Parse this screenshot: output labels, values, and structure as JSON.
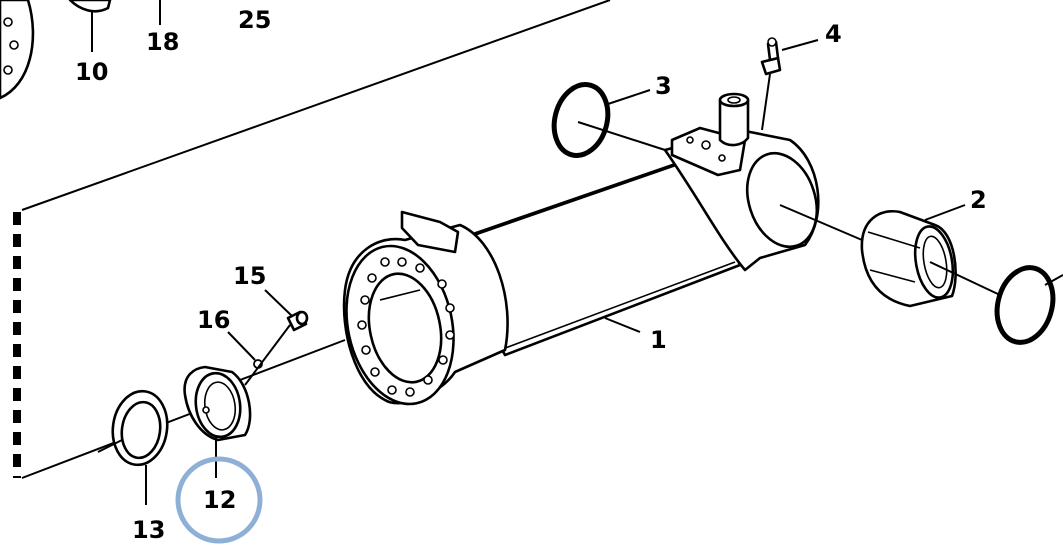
{
  "callouts": [
    {
      "id": "c1",
      "label": "1"
    },
    {
      "id": "c2",
      "label": "2"
    },
    {
      "id": "c3",
      "label": "3"
    },
    {
      "id": "c4",
      "label": "4"
    },
    {
      "id": "c10",
      "label": "10"
    },
    {
      "id": "c12",
      "label": "12"
    },
    {
      "id": "c13",
      "label": "13"
    },
    {
      "id": "c15",
      "label": "15"
    },
    {
      "id": "c16",
      "label": "16"
    },
    {
      "id": "c18",
      "label": "18"
    },
    {
      "id": "c25",
      "label": "25"
    }
  ],
  "colors": {
    "highlight_ring": "#8fb0d6",
    "line": "#000000",
    "background": "#ffffff"
  },
  "highlighted_callout": "12"
}
